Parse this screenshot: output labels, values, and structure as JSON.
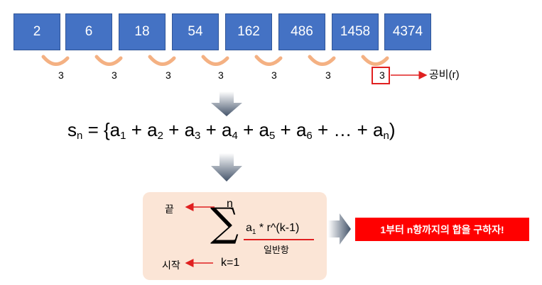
{
  "sequence": {
    "terms": [
      "2",
      "6",
      "18",
      "54",
      "162",
      "486",
      "1458",
      "4374"
    ],
    "ratios": [
      "3",
      "3",
      "3",
      "3",
      "3",
      "3",
      "3"
    ],
    "ratio_label": "공비(r)"
  },
  "formula": {
    "lhs_base": "s",
    "lhs_sub": "n",
    "lhs_equals": " = {",
    "a": "a",
    "subs": [
      "1",
      "2",
      "3",
      "4",
      "5",
      "6"
    ],
    "plus": " + ",
    "ellipsis": " … + ",
    "last_sub": "n",
    "close": ")"
  },
  "sigma_panel": {
    "upper_limit": "n",
    "lower_limit": "k=1",
    "end_label": "끝",
    "start_label": "시작",
    "symbol": "∑",
    "term_a": "a",
    "term_sub": "1",
    "term_rest": " * r^(k-1)",
    "general_term_label": "일반항"
  },
  "callout": {
    "text": "1부터 n항까지의 합을 구하자!"
  },
  "colors": {
    "box": "#4472c4",
    "arc": "#f4b183",
    "arrow_red": "#e02020",
    "panel": "#fbe5d6",
    "callout": "#ff0000"
  }
}
